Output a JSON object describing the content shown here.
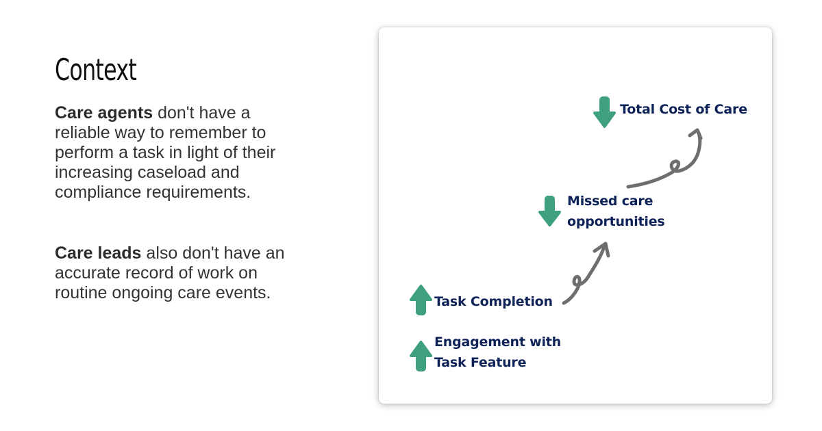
{
  "heading": "Context",
  "paragraph1": {
    "bold": "Care agents",
    "rest": " don't have a reliable way to remember to perform a task in light of their increasing caseload and compliance requirements."
  },
  "paragraph2": {
    "bold": "Care leads",
    "rest": " also don't have an accurate record of work on routine ongoing care events."
  },
  "diagram": {
    "total_cost": "Total Cost of Care",
    "missed_line1": "Missed care",
    "missed_line2": "opportunities",
    "task_completion": "Task Completion",
    "engagement_line1": "Engagement with",
    "engagement_line2": "Task Feature"
  },
  "colors": {
    "arrow_green": "#3fa07f",
    "label_navy": "#0d2257",
    "connector_gray": "#6e6e6e"
  },
  "icons": {
    "total_cost": "arrow-down-icon",
    "missed": "arrow-down-icon",
    "task_completion": "arrow-up-icon",
    "engagement": "arrow-up-icon"
  }
}
